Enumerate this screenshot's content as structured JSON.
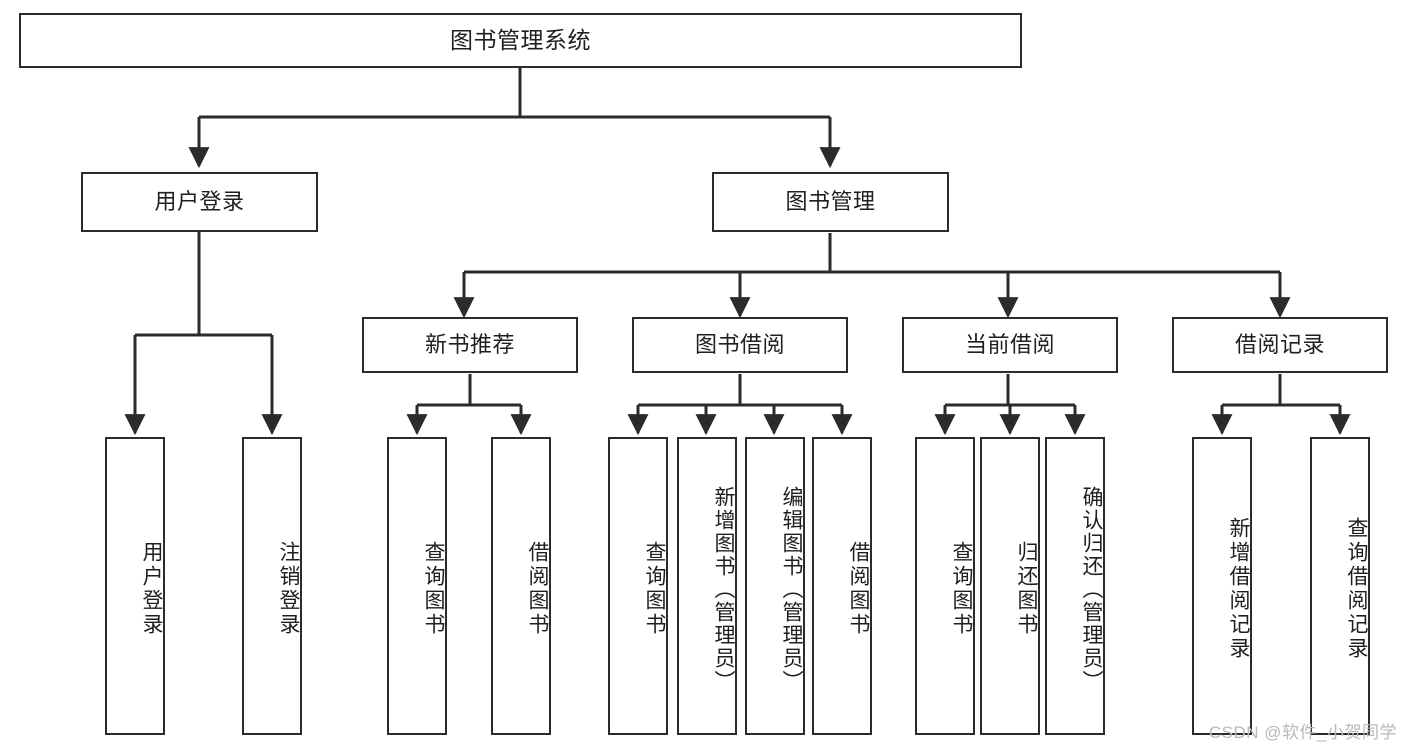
{
  "diagram": {
    "title": "图书管理系统",
    "type": "tree-hierarchy-chart",
    "watermark": "CSDN @软件_小贺同学",
    "colors": {
      "stroke": "#2b2b2b",
      "text": "#1f1f1f",
      "background": "#ffffff",
      "watermark": "#b9b9b9"
    }
  },
  "nodes": {
    "root": {
      "label": "图书管理系统"
    },
    "level2": [
      {
        "id": "user-login",
        "label": "用户登录"
      },
      {
        "id": "book-manage",
        "label": "图书管理"
      }
    ],
    "level3": [
      {
        "id": "new-book-recommend",
        "label": "新书推荐"
      },
      {
        "id": "book-borrow",
        "label": "图书借阅"
      },
      {
        "id": "current-borrow",
        "label": "当前借阅"
      },
      {
        "id": "borrow-record",
        "label": "借阅记录"
      }
    ],
    "leaves": {
      "user_login": [
        {
          "id": "leaf-user-login",
          "label": "用户登录"
        },
        {
          "id": "leaf-logout",
          "label": "注销登录"
        }
      ],
      "new_book_recommend": [
        {
          "id": "leaf-query-book-1",
          "label": "查询图书"
        },
        {
          "id": "leaf-borrow-book-1",
          "label": "借阅图书"
        }
      ],
      "book_borrow": [
        {
          "id": "leaf-query-book-2",
          "label": "查询图书"
        },
        {
          "id": "leaf-add-book",
          "label": "新增图书（管理员）"
        },
        {
          "id": "leaf-edit-book",
          "label": "编辑图书（管理员）"
        },
        {
          "id": "leaf-borrow-book-2",
          "label": "借阅图书"
        }
      ],
      "current_borrow": [
        {
          "id": "leaf-query-book-3",
          "label": "查询图书"
        },
        {
          "id": "leaf-return-book",
          "label": "归还图书"
        },
        {
          "id": "leaf-confirm-return",
          "label": "确认归还（管理员）"
        }
      ],
      "borrow_record": [
        {
          "id": "leaf-add-record",
          "label": "新增借阅记录"
        },
        {
          "id": "leaf-query-record",
          "label": "查询借阅记录"
        }
      ]
    }
  }
}
